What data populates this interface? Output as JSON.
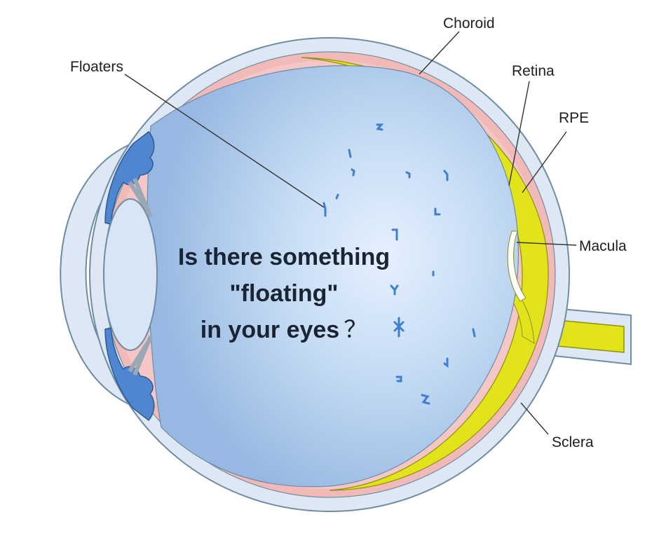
{
  "diagram": {
    "labels": {
      "choroid": "Choroid",
      "floaters": "Floaters",
      "retina": "Retina",
      "rpe": "RPE",
      "macula": "Macula",
      "sclera": "Sclera"
    },
    "headline": {
      "line1": "Is there something",
      "line2": "\"floating\"",
      "line3": "in your eyes",
      "question_mark": "？"
    },
    "colors": {
      "sclera": "#dde8f4",
      "outline": "#6f8ca3",
      "choroid": "#f2b9b9",
      "retina": "#e2e31a",
      "vitreous": "#a9c8ea",
      "vitreous_center": "#e4efff",
      "lens": "#d7e5f5",
      "iris": "#4f86cf",
      "floater": "#3f7fd0",
      "optic_nerve": "#e2e31a"
    }
  }
}
